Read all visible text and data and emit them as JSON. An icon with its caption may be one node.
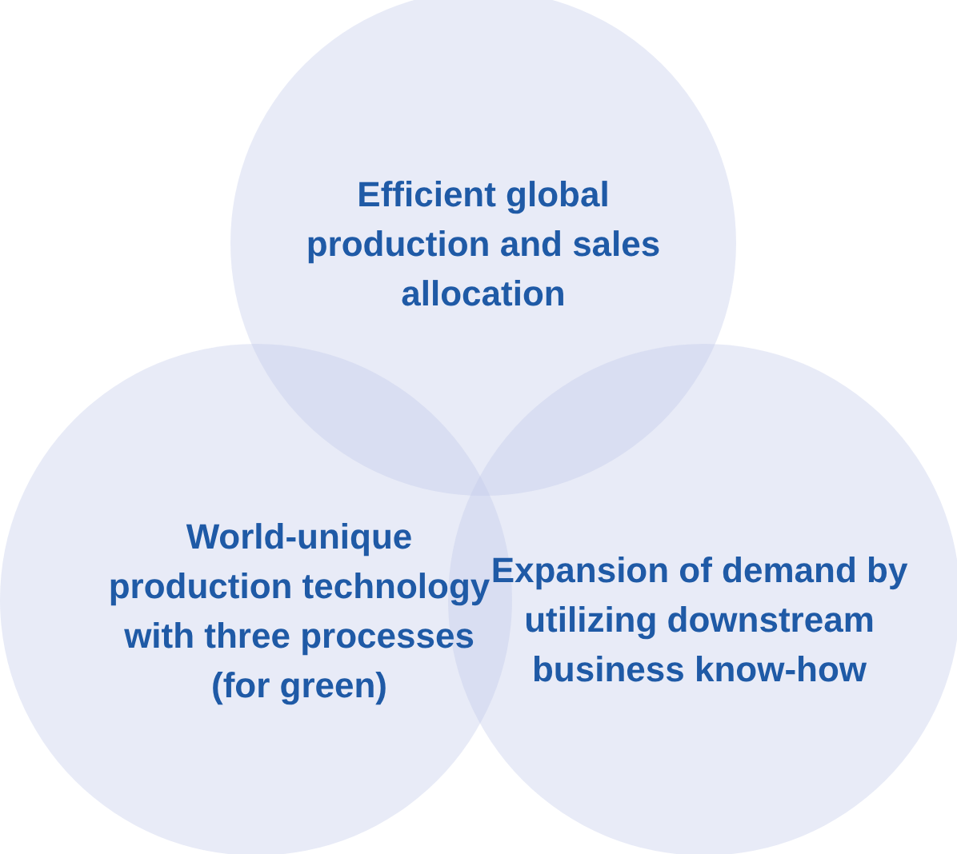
{
  "diagram": {
    "nodes": [
      {
        "text": [
          "Efficient global production and sales allocation"
        ]
      },
      {
        "text": [
          "World-unique production technology with three processes (for green)"
        ]
      },
      {
        "text": [
          "Expansion of demand by utilizing downstream business know-how"
        ]
      }
    ]
  }
}
